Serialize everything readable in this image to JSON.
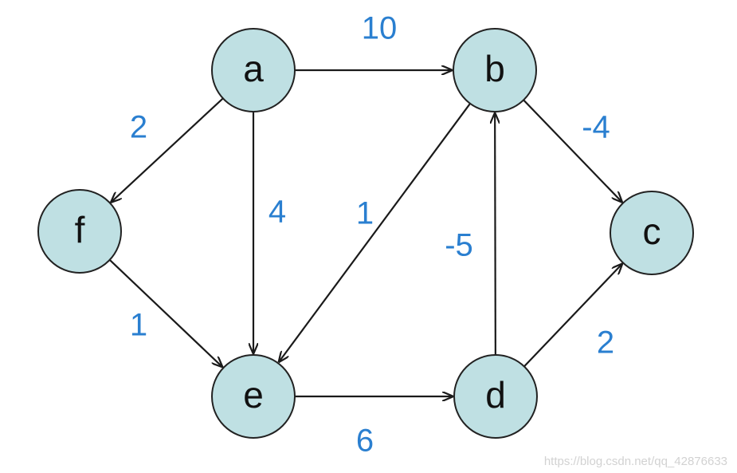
{
  "colors": {
    "node_fill": "#bfe0e3",
    "weight_text": "#2a7fd0"
  },
  "nodes": [
    {
      "id": "a",
      "label": "a"
    },
    {
      "id": "b",
      "label": "b"
    },
    {
      "id": "c",
      "label": "c"
    },
    {
      "id": "d",
      "label": "d"
    },
    {
      "id": "e",
      "label": "e"
    },
    {
      "id": "f",
      "label": "f"
    }
  ],
  "edges": [
    {
      "from": "a",
      "to": "b",
      "weight": "10"
    },
    {
      "from": "a",
      "to": "f",
      "weight": "2"
    },
    {
      "from": "a",
      "to": "e",
      "weight": "4"
    },
    {
      "from": "b",
      "to": "e",
      "weight": "1"
    },
    {
      "from": "b",
      "to": "c",
      "weight": "-4"
    },
    {
      "from": "f",
      "to": "e",
      "weight": "1"
    },
    {
      "from": "e",
      "to": "d",
      "weight": "6"
    },
    {
      "from": "d",
      "to": "b",
      "weight": "-5"
    },
    {
      "from": "d",
      "to": "c",
      "weight": "2"
    }
  ],
  "watermark": "https://blog.csdn.net/qq_42876633"
}
